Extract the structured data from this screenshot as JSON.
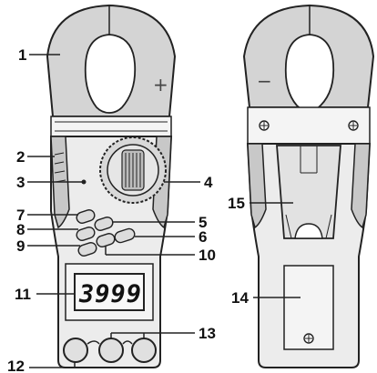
{
  "display": {
    "reading": "3999"
  },
  "polarity": {
    "plus": "+",
    "minus": "−"
  },
  "callouts": {
    "c1": "1",
    "c2": "2",
    "c3": "3",
    "c4": "4",
    "c5": "5",
    "c6": "6",
    "c7": "7",
    "c8": "8",
    "c9": "9",
    "c10": "10",
    "c11": "11",
    "c12": "12",
    "c13": "13",
    "c14": "14",
    "c15": "15"
  }
}
